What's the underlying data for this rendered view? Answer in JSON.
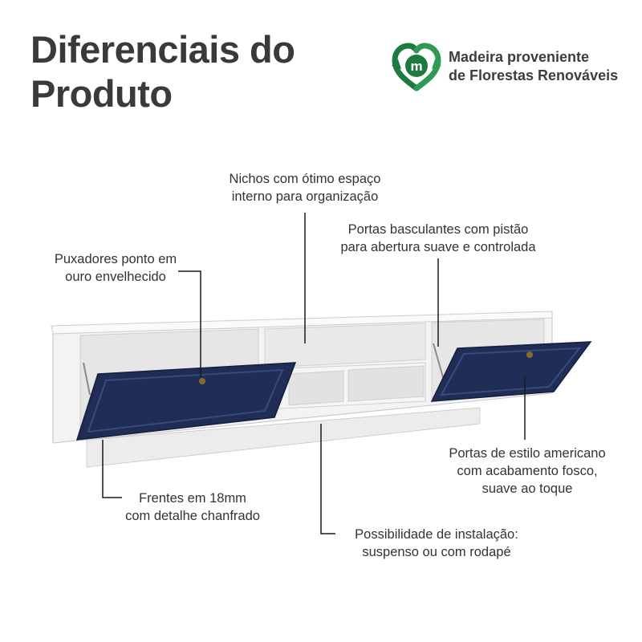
{
  "title": {
    "line1": "Diferenciais do",
    "line2": "Produto"
  },
  "badge": {
    "line1": "Madeira proveniente",
    "line2": "de Florestas Renováveis",
    "icon_letter": "m",
    "color": "#1f7a3f"
  },
  "callouts": {
    "niches": {
      "line1": "Nichos com ótimo espaço",
      "line2": "interno para organização"
    },
    "doors": {
      "line1": "Portas basculantes com pistão",
      "line2": "para abertura suave e controlada"
    },
    "handles": {
      "line1": "Puxadores ponto em",
      "line2": "ouro envelhecido"
    },
    "style": {
      "line1": "Portas de estilo americano",
      "line2": "com acabamento fosco,",
      "line3": "suave ao toque"
    },
    "fronts": {
      "line1": "Frentes em 18mm",
      "line2": "com detalhe chanfrado"
    },
    "install": {
      "line1": "Possibilidade de instalação:",
      "line2": "suspenso ou com rodapé"
    }
  },
  "colors": {
    "door": "#1f2d57",
    "cabinet": "#f1f1f1",
    "line": "#1a1a1a"
  }
}
